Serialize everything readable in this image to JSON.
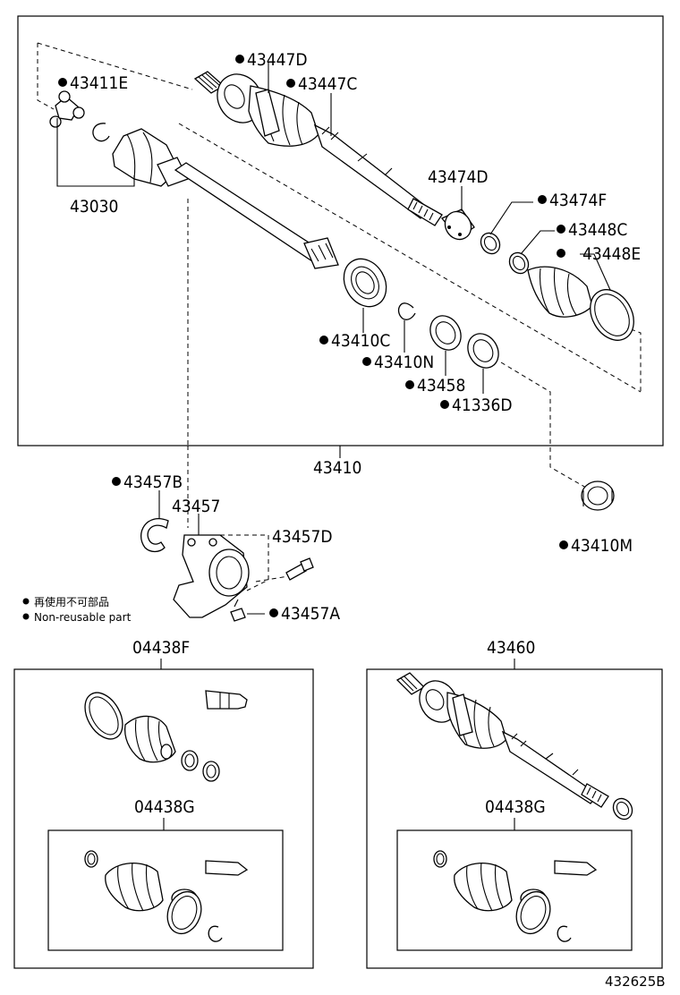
{
  "parts": {
    "p43447D": "43447D",
    "p43447C": "43447C",
    "p43411E": "43411E",
    "p43030": "43030",
    "p43474D": "43474D",
    "p43474F": "43474F",
    "p43448C": "43448C",
    "p43448E": "43448E",
    "p43410C": "43410C",
    "p43410N": "43410N",
    "p43458": "43458",
    "p41336D": "41336D",
    "p43410": "43410",
    "p43457B": "43457B",
    "p43457": "43457",
    "p43457D": "43457D",
    "p43457A": "43457A",
    "p43410M": "43410M",
    "p04438F": "04438F",
    "p43460": "43460",
    "p04438G_left": "04438G",
    "p04438G_right": "04438G"
  },
  "legend": {
    "jp": "再使用不可部品",
    "en": "Non-reusable part"
  },
  "reference": "432625B"
}
